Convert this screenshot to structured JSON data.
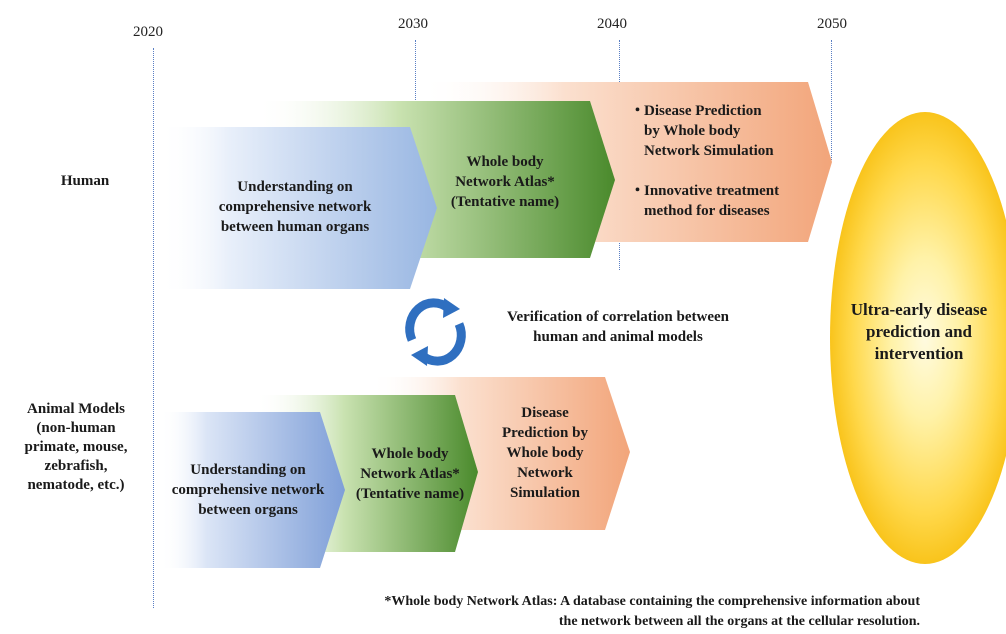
{
  "timeline": {
    "years": [
      "2020",
      "2030",
      "2040",
      "2050"
    ]
  },
  "human": {
    "label": "Human",
    "stage1": [
      "Understanding on",
      "comprehensive network",
      "between human organs"
    ],
    "stage2": [
      "Whole body",
      "Network Atlas*",
      "(Tentative name)"
    ],
    "stage3": {
      "bullet1": [
        "Disease Prediction",
        "by Whole body",
        "Network Simulation"
      ],
      "bullet2": [
        "Innovative treatment",
        "method for diseases"
      ],
      "bullet_glyph": "・"
    }
  },
  "verification": {
    "lines": [
      "Verification of correlation between",
      "human and animal models"
    ]
  },
  "animal": {
    "label": [
      "Animal Models",
      "(non-human",
      "primate,  mouse,",
      "zebrafish,",
      "nematode, etc.)"
    ],
    "stage1": [
      "Understanding on",
      "comprehensive network",
      "between organs"
    ],
    "stage2": [
      "Whole body",
      "Network Atlas*",
      "(Tentative name)"
    ],
    "stage3": [
      "Disease",
      "Prediction by",
      "Whole body",
      "Network",
      "Simulation"
    ]
  },
  "goal": {
    "lines": [
      "Ultra-early disease",
      "prediction and",
      "intervention"
    ]
  },
  "footnote": {
    "lines": [
      "*Whole body Network Atlas: A database containing the comprehensive information about",
      "the network between all the organs at the cellular resolution."
    ]
  },
  "colors": {
    "blue": "#8fb0e0",
    "green": "#5f9a3c",
    "orange": "#f2a57a",
    "yellow": "#f5b800",
    "cycle_blue": "#2f6fc0"
  }
}
